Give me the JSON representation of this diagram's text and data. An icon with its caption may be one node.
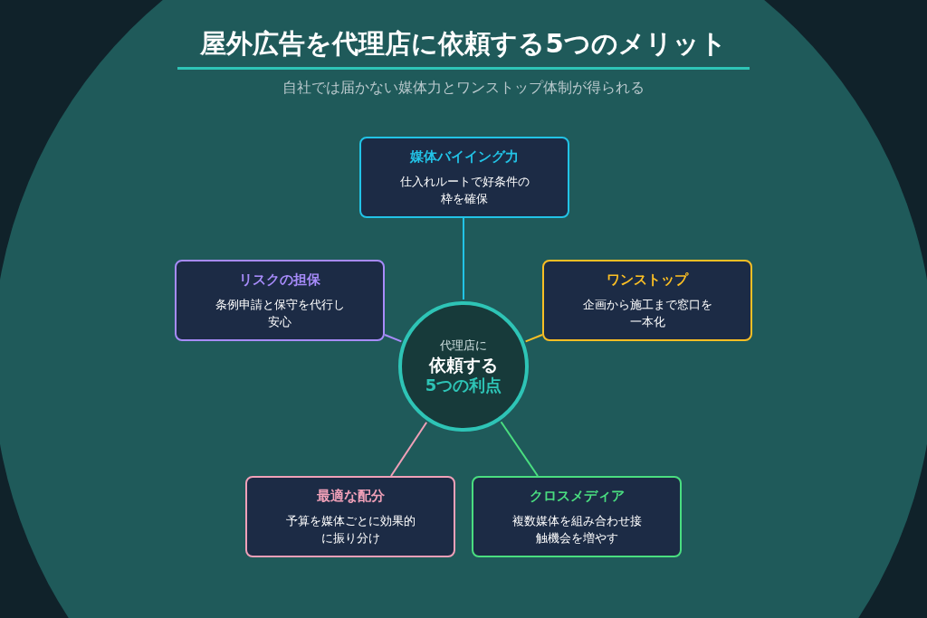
{
  "diagram": {
    "title": "屋外広告を代理店に依頼する5つのメリット",
    "caption": "自社では届かない媒体力とワンストップ体制が得られる",
    "nodes": [
      {
        "text": [
          "媒体バイイング力",
          "仕入れルートで好条件の枠を確保"
        ]
      },
      {
        "text": [
          "リスクの担保",
          "条例申請と保守を代行し安心"
        ]
      },
      {
        "text": [
          "ワンストップ",
          "企画から施工まで窓口を一本化"
        ]
      },
      {
        "text": [
          "代理店に",
          "依頼する",
          "5つの利点"
        ]
      },
      {
        "text": [
          "最適な配分",
          "予算を媒体ごとに効果的に振り分け"
        ]
      },
      {
        "text": [
          "クロスメディア",
          "複数媒体を組み合わせ接触機会を増やす"
        ]
      }
    ],
    "edges": [
      {
        "from": 3,
        "to": 0,
        "arrow": "none",
        "color": "#22c3e6"
      },
      {
        "from": 3,
        "to": 1,
        "arrow": "none",
        "color": "#a78bfa"
      },
      {
        "from": 3,
        "to": 2,
        "arrow": "none",
        "color": "#fbbf24"
      },
      {
        "from": 3,
        "to": 4,
        "arrow": "none",
        "color": "#f0a0b8"
      },
      {
        "from": 3,
        "to": 5,
        "arrow": "none",
        "color": "#4ade80"
      }
    ]
  }
}
